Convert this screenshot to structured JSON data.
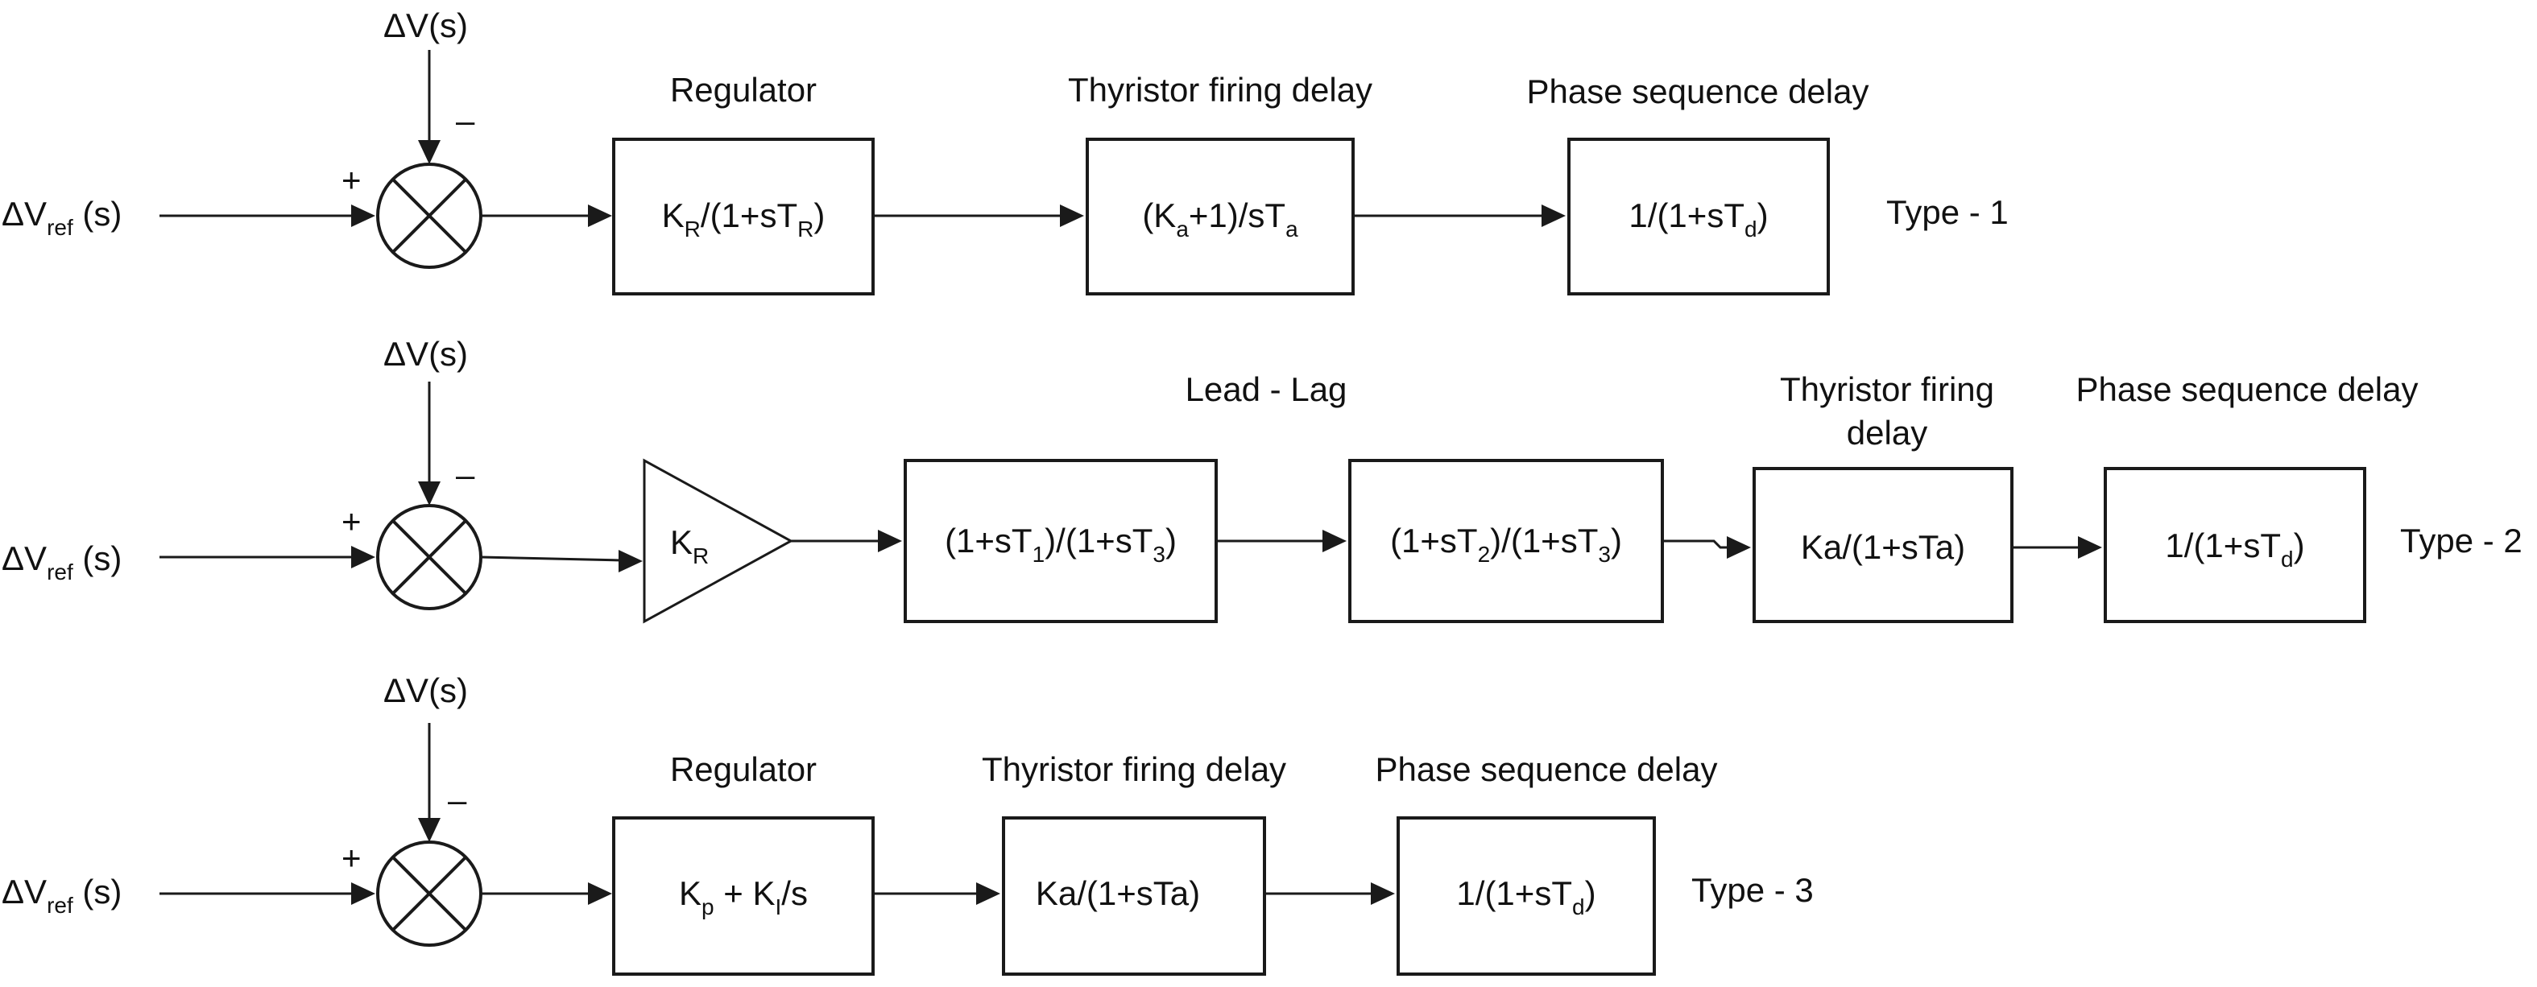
{
  "common": {
    "input": "ΔV",
    "input_sub": "ref",
    "input_tail": " (s)",
    "feedback": "ΔV(s)",
    "plus": "+",
    "minus": "–"
  },
  "row1": {
    "type_label": "Type - 1",
    "regulator": {
      "title": "Regulator",
      "p1": "K",
      "s1": "R",
      "p2": "/(1+sT",
      "s2": "R",
      "p3": ")"
    },
    "firing": {
      "title": "Thyristor firing delay",
      "p1": "(K",
      "s1": "a",
      "p2": "+1)/sT",
      "s2": "a"
    },
    "phase": {
      "title": "Phase sequence delay",
      "p1": "1/(1+sT",
      "s1": "d",
      "p2": ")"
    }
  },
  "row2": {
    "type_label": "Type - 2",
    "amp": {
      "p1": "K",
      "s1": "R"
    },
    "leadlag_title": "Lead - Lag",
    "ll1": {
      "p1": "(1+sT",
      "s1": "1",
      "p2": ")/(1+sT",
      "s2": "3",
      "p3": ")"
    },
    "ll2": {
      "p1": "(1+sT",
      "s1": "2",
      "p2": ")/(1+sT",
      "s2": "3",
      "p3": ")"
    },
    "firing": {
      "title_line1": "Thyristor firing",
      "title_line2": "delay",
      "text": "Ka/(1+sTa)"
    },
    "phase": {
      "title": "Phase sequence delay",
      "p1": "1/(1+sT",
      "s1": "d",
      "p2": ")"
    }
  },
  "row3": {
    "type_label": "Type - 3",
    "regulator": {
      "title": "Regulator",
      "p1": "K",
      "s1": "p",
      "p2": " + K",
      "s2": "I",
      "p3": "/s"
    },
    "firing": {
      "title": "Thyristor firing delay",
      "text": "Ka/(1+sTa)"
    },
    "phase": {
      "title": "Phase sequence delay",
      "p1": "1/(1+sT",
      "s1": "d",
      "p2": ")"
    }
  }
}
